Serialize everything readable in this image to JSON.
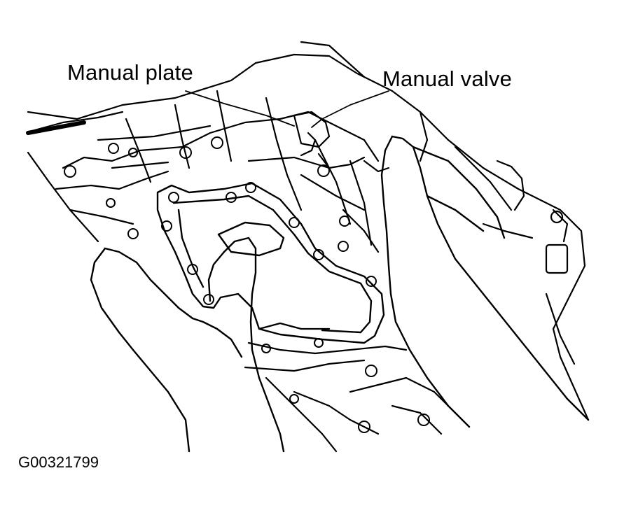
{
  "labels": {
    "manual_plate": "Manual plate",
    "manual_valve": "Manual valve"
  },
  "figure_id": "G00321799",
  "colors": {
    "ink": "#000000",
    "paper": "#ffffff"
  }
}
